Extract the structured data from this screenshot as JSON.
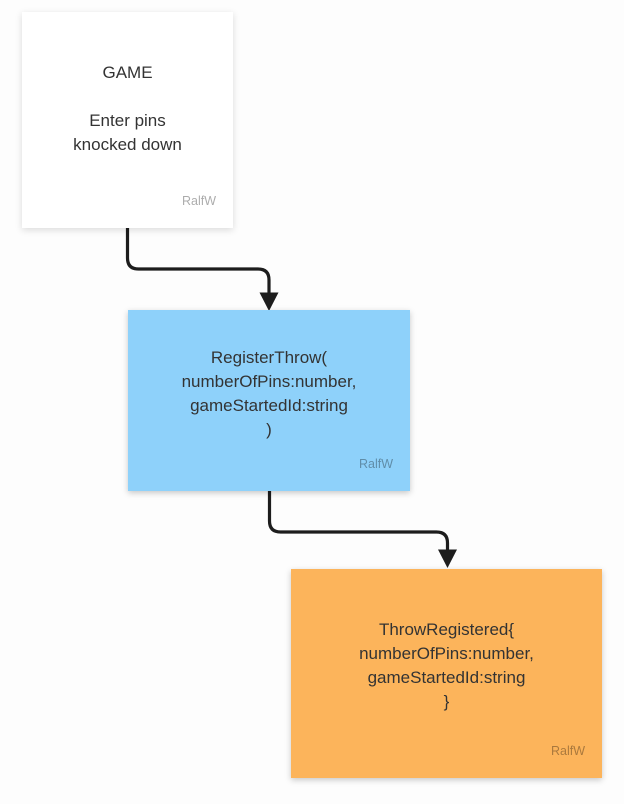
{
  "page": {
    "background": "#fdfdfd"
  },
  "diagram": {
    "connector_color": "#1d1d1d",
    "author_color": "rgba(0,0,0,0.33)",
    "nodes": [
      {
        "id": "game",
        "kind": "context-card",
        "title": "GAME",
        "lines": [
          "Enter pins",
          "knocked down"
        ],
        "author": "RalfW",
        "background": "#ffffff",
        "text_color": "#333333"
      },
      {
        "id": "register-throw",
        "kind": "command-card",
        "lines": [
          "RegisterThrow(",
          "numberOfPins:number,",
          "gameStartedId:string",
          ")"
        ],
        "author": "RalfW",
        "background": "#8ed1fa",
        "text_color": "#333333"
      },
      {
        "id": "throw-registered",
        "kind": "event-card",
        "lines": [
          "ThrowRegistered{",
          "numberOfPins:number,",
          "gameStartedId:string",
          "}"
        ],
        "author": "RalfW",
        "background": "#fcb45b",
        "text_color": "#333333"
      }
    ],
    "connectors": [
      {
        "from": "game",
        "to": "register-throw"
      },
      {
        "from": "register-throw",
        "to": "throw-registered"
      }
    ]
  }
}
